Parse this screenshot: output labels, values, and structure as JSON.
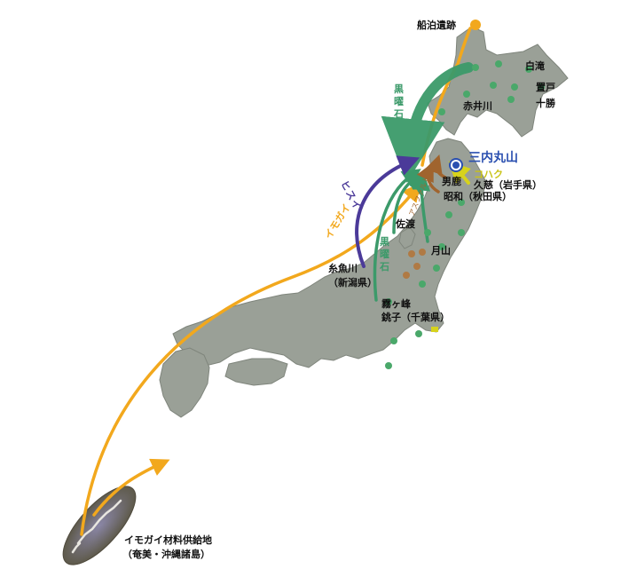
{
  "colors": {
    "land": "#9aa097",
    "land_stroke": "#7f857c",
    "imogai": "#f2a81d",
    "obsidian": "#3c9a6a",
    "amber": "#d7d31c",
    "asphalt": "#a0642e",
    "hisui": "#4b3a99",
    "site_marker": "#4aa86a",
    "sannai": "#2a4fb0",
    "supply_area": "#6d6656"
  },
  "labels": {
    "funadomari": "船泊遺跡",
    "shirataki": "白滝",
    "oketo": "置戸",
    "tokachi": "十勝",
    "akaigawa": "赤井川",
    "sannai": "三内丸山",
    "oga": "男鹿",
    "kuji": "久慈（岩手県）",
    "showa": "昭和（秋田県）",
    "sado": "佐渡",
    "gassan": "月山",
    "itoigawa_1": "糸魚川",
    "itoigawa_2": "（新潟県）",
    "kirigamine": "霧ヶ峰",
    "choshi": "銚子（千葉県）",
    "supply_1": "イモガイ材料供給地",
    "supply_2": "（奄美・沖縄諸島）"
  },
  "routes": {
    "obsidian_1": "黒",
    "obsidian_2": "曜",
    "obsidian_3": "石",
    "hisui_1": "ヒ",
    "hisui_2": "ス",
    "hisui_3": "イ",
    "imogai_1": "イ",
    "imogai_2": "モ",
    "imogai_3": "ガ",
    "imogai_4": "イ",
    "asphalt": "アスファルト",
    "kohaku": "コハク"
  }
}
